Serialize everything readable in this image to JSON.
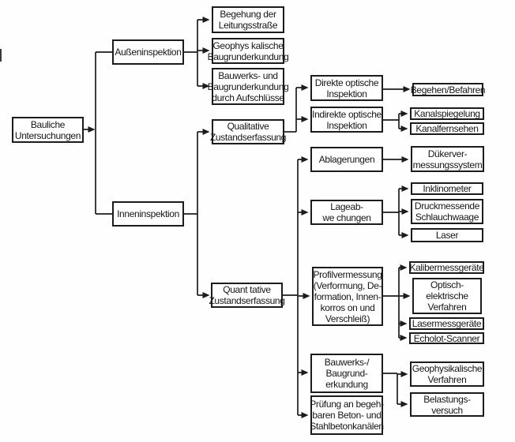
{
  "diagram": {
    "type": "flowchart",
    "direction": "left-to-right",
    "line_color": "#1c1c1c",
    "box_background": "#ffffff",
    "text_color": "#161616",
    "nodes": {
      "bauliche": {
        "label": "Bauliche\nUntersuchungen"
      },
      "aussen": {
        "label": "Außeninspektion"
      },
      "innen": {
        "label": "Inneninspektion"
      },
      "begehung": {
        "label": "Begehung der\nLeitungsstraße"
      },
      "geophys_baugrund": {
        "label": "Geophys kalische\nBaugrunderkundung"
      },
      "bauwerks_aufschluesse": {
        "label": "Bauwerks- und\nBaugrunderkundung\ndurch Aufschlüsse"
      },
      "qualitative": {
        "label": "Qualitative\nZustandserfassung"
      },
      "quantitative": {
        "label": "Quant tative\nZustandserfassung"
      },
      "direkte": {
        "label": "Direkte optische\nInspektion"
      },
      "indirekte": {
        "label": "Indirekte optische\nInspektion"
      },
      "ablagerungen": {
        "label": "Ablagerungen"
      },
      "lageabweichungen": {
        "label": "Lageab-\nwe chungen"
      },
      "profilvermessung": {
        "label": "Profilvermessung\n(Verformung, De-\nformation, Innen-\nkorros on und\nVerschleiß)"
      },
      "bauwerks_baugrund": {
        "label": "Bauwerks-/\nBaugrund-\nerkundung"
      },
      "pruefung": {
        "label": "Prüfung an begeh-\nbaren Beton- und\nStahlbetonkanälen"
      },
      "begehen": {
        "label": "Begehen/Befahren"
      },
      "kanalspiegelung": {
        "label": "Kanalspiegelung"
      },
      "kanalfernsehen": {
        "label": "Kanalfernsehen"
      },
      "duekermessung": {
        "label": "Dükerver-\nmessungssystem"
      },
      "inklinometer": {
        "label": "Inklinometer"
      },
      "schlauchwaage": {
        "label": "Druckmessende\nSchlauchwaage"
      },
      "laser": {
        "label": "Laser"
      },
      "kalibermessgeraete": {
        "label": "Kalibermessgeräte"
      },
      "optisch_elektrisch": {
        "label": "Optisch-\nelektrische\nVerfahren"
      },
      "lasermessgeraete": {
        "label": "Lasermessgeräte"
      },
      "echolot": {
        "label": "Echolot-Scanner"
      },
      "geophys_verfahren": {
        "label": "Geophysikalische\nVerfahren"
      },
      "belastungsversuch": {
        "label": "Belastungs-\nversuch"
      }
    },
    "edges": [
      {
        "from": "bauliche",
        "to": "aussen"
      },
      {
        "from": "bauliche",
        "to": "innen"
      },
      {
        "from": "aussen",
        "to": "begehung"
      },
      {
        "from": "aussen",
        "to": "geophys_baugrund"
      },
      {
        "from": "aussen",
        "to": "bauwerks_aufschluesse"
      },
      {
        "from": "innen",
        "to": "qualitative"
      },
      {
        "from": "innen",
        "to": "quantitative"
      },
      {
        "from": "qualitative",
        "to": "direkte"
      },
      {
        "from": "qualitative",
        "to": "indirekte"
      },
      {
        "from": "direkte",
        "to": "begehen"
      },
      {
        "from": "indirekte",
        "to": "kanalspiegelung"
      },
      {
        "from": "indirekte",
        "to": "kanalfernsehen"
      },
      {
        "from": "quantitative",
        "to": "ablagerungen"
      },
      {
        "from": "quantitative",
        "to": "lageabweichungen"
      },
      {
        "from": "quantitative",
        "to": "profilvermessung"
      },
      {
        "from": "quantitative",
        "to": "bauwerks_baugrund"
      },
      {
        "from": "quantitative",
        "to": "pruefung"
      },
      {
        "from": "ablagerungen",
        "to": "duekermessung"
      },
      {
        "from": "lageabweichungen",
        "to": "inklinometer"
      },
      {
        "from": "lageabweichungen",
        "to": "schlauchwaage"
      },
      {
        "from": "lageabweichungen",
        "to": "laser"
      },
      {
        "from": "profilvermessung",
        "to": "kalibermessgeraete"
      },
      {
        "from": "profilvermessung",
        "to": "optisch_elektrisch"
      },
      {
        "from": "profilvermessung",
        "to": "lasermessgeraete"
      },
      {
        "from": "profilvermessung",
        "to": "echolot"
      },
      {
        "from": "bauwerks_baugrund",
        "to": "geophys_verfahren"
      },
      {
        "from": "bauwerks_baugrund",
        "to": "belastungsversuch"
      }
    ]
  }
}
